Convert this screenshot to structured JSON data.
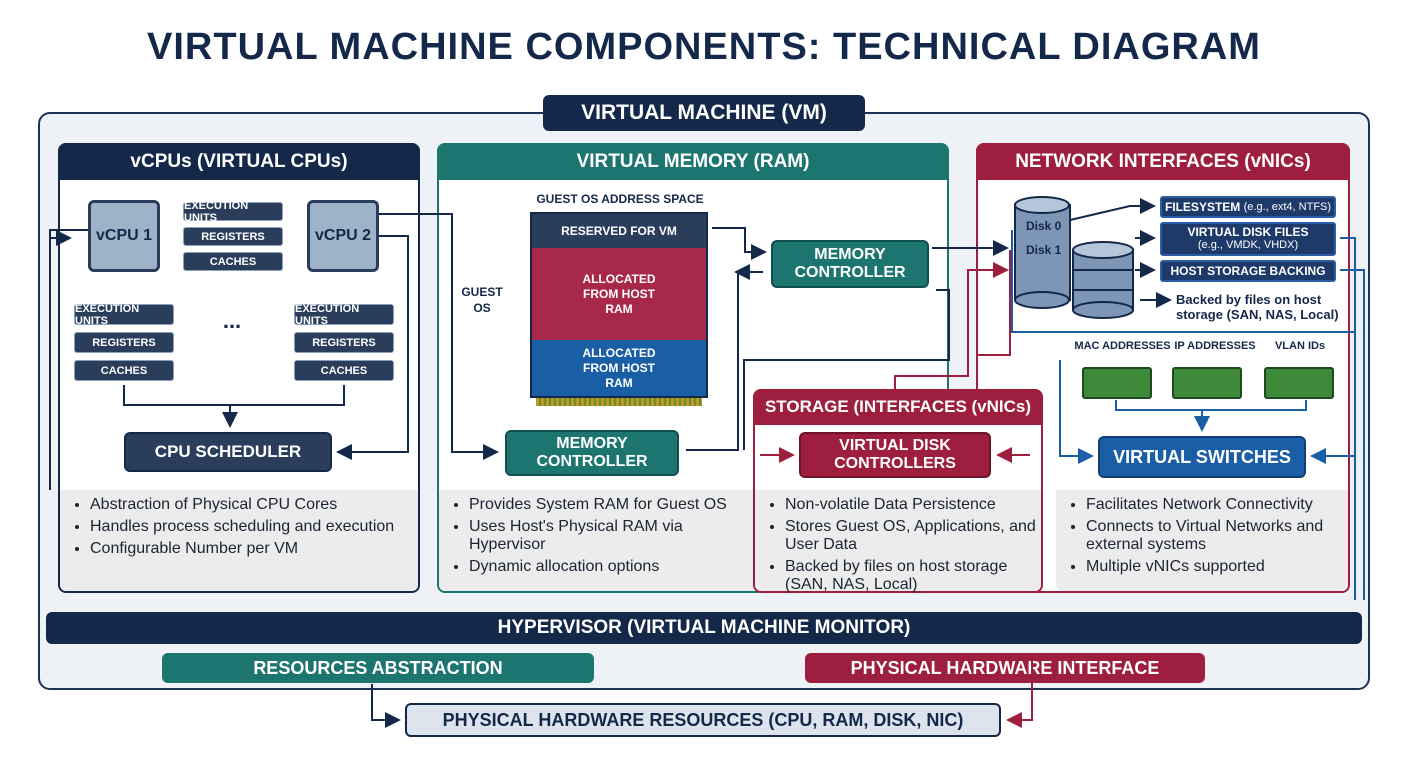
{
  "title": "VIRTUAL MACHINE COMPONENTS: TECHNICAL DIAGRAM",
  "vm_label": "VIRTUAL MACHINE (VM)",
  "vcpu_panel": {
    "header": "vCPUs (VIRTUAL CPUs)",
    "vcpu1": "vCPU 1",
    "vcpu2": "vCPU 2",
    "middle_units": [
      "EXECUTION UNITS",
      "REGISTERS",
      "CACHES"
    ],
    "left_units": [
      "EXECUTION UNITS",
      "REGISTERS",
      "CACHES"
    ],
    "right_units": [
      "EXECUTION UNITS",
      "REGISTERS",
      "CACHES"
    ],
    "ellipsis": "...",
    "scheduler": "CPU SCHEDULER",
    "bullets": [
      "Abstraction of Physical CPU Cores",
      "Handles process scheduling and execution",
      "Configurable Number per VM"
    ]
  },
  "memory_panel": {
    "header": "VIRTUAL MEMORY (RAM)",
    "address_space": "GUEST OS ADDRESS SPACE",
    "guest_os": "GUEST OS",
    "reserved": "RESERVED FOR VM",
    "allocated_1": "ALLOCATED FROM HOST RAM",
    "allocated_2": "ALLOCATED FROM HOST RAM",
    "controller_top": "MEMORY CONTROLLER",
    "controller_bottom": "MEMORY CONTROLLER",
    "bullets": [
      "Provides System RAM for Guest OS",
      "Uses Host's Physical RAM via Hypervisor",
      "Dynamic allocation options"
    ]
  },
  "network_panel": {
    "header": "NETWORK INTERFACES (vNICs)",
    "disk0": "Disk 0",
    "disk1": "Disk 1",
    "filesystem": "FILESYSTEM",
    "filesystem_note": "(e.g., ext4, NTFS)",
    "vdisk_files": "VIRTUAL DISK FILES",
    "vdisk_note": "(e.g., VMDK, VHDX)",
    "host_backing": "HOST STORAGE BACKING",
    "backed_note": "Backed by files on host storage (SAN, NAS, Local)",
    "nic_labels": [
      "MAC ADDRESSES",
      "IP ADDRESSES",
      "VLAN IDs"
    ],
    "virtual_switches": "VIRTUAL SWITCHES",
    "bullets": [
      "Facilitates Network Connectivity",
      "Connects to Virtual Networks and external systems",
      "Multiple vNICs supported"
    ]
  },
  "storage_panel": {
    "header": "STORAGE (INTERFACES (vNICs)",
    "controllers": "VIRTUAL DISK CONTROLLERS",
    "bullets": [
      "Non-volatile Data Persistence",
      "Stores Guest OS, Applications, and User Data",
      "Backed by files on host storage (SAN, NAS, Local)"
    ]
  },
  "hypervisor": "HYPERVISOR (VIRTUAL MACHINE MONITOR)",
  "resources_abstraction": "RESOURCES ABSTRACTION",
  "physical_interface": "PHYSICAL HARDWARE INTERFACE",
  "physical_resources": "PHYSICAL HARDWARE RESOURCES (CPU, RAM, DISK, NIC)",
  "colors": {
    "navy": "#14284a",
    "teal": "#1d7570",
    "red": "#9e1f3d",
    "blue": "#1a5fa6"
  }
}
